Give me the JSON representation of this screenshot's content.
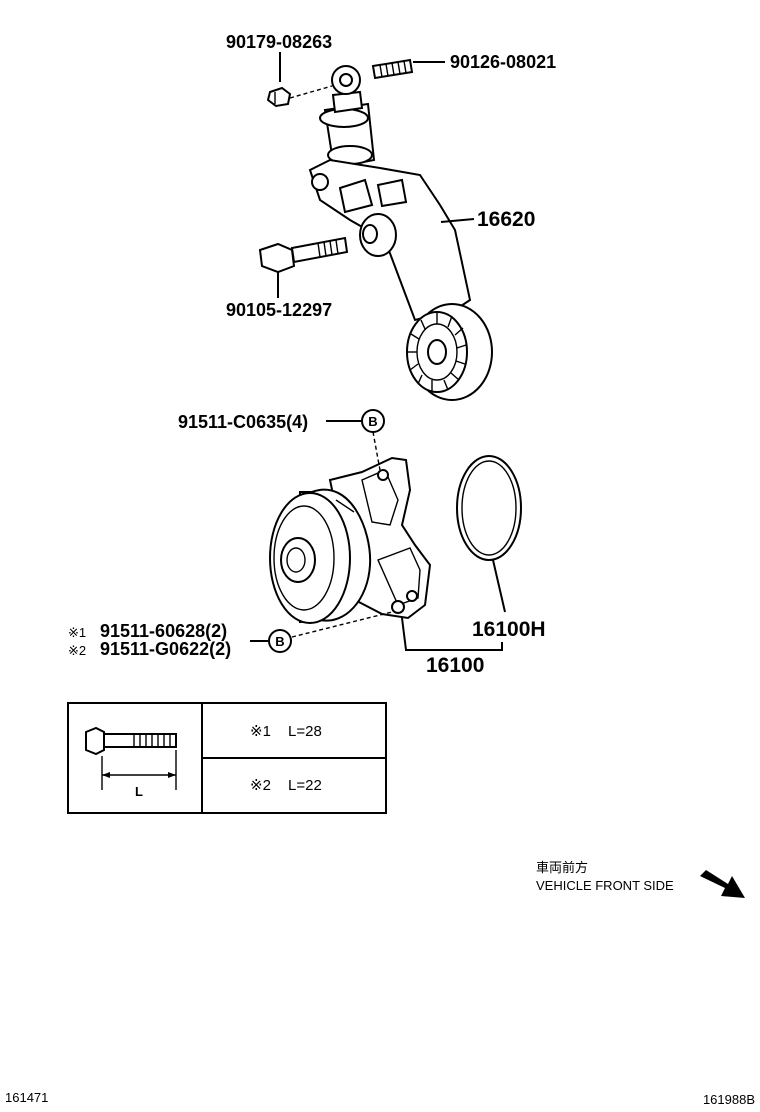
{
  "labels": {
    "p1": "90179-08263",
    "p2": "90126-08021",
    "p3": "16620",
    "p4": "90105-12297",
    "p5": "91511-C0635(4)",
    "p6_mark": "※1",
    "p6": "91511-60628(2)",
    "p7_mark": "※2",
    "p7": "91511-G0622(2)",
    "p8": "16100H",
    "p9": "16100",
    "ref_b": "B"
  },
  "bolt_table": {
    "dim_label": "L",
    "rows": [
      {
        "mark": "※1",
        "value": "L=28"
      },
      {
        "mark": "※2",
        "value": "L=22"
      }
    ]
  },
  "direction": {
    "jp": "車両前方",
    "en": "VEHICLE FRONT SIDE"
  },
  "footer": {
    "left_code": "161471",
    "right_code": "161988B"
  }
}
